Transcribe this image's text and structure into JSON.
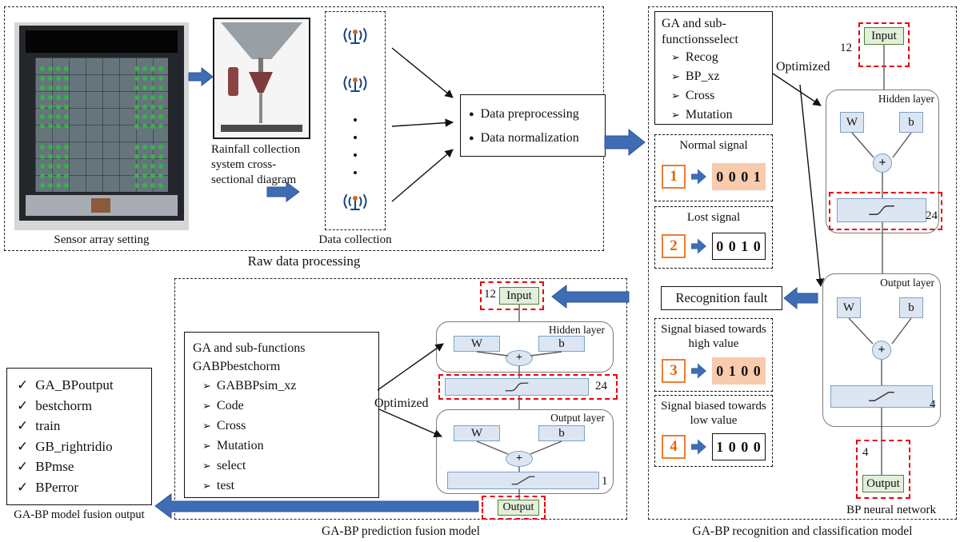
{
  "glyphs": {
    "arrow_bullet": "➢",
    "check": "✓",
    "dot": "●",
    "plus": "+"
  },
  "raw_section": {
    "section_caption": "Raw data processing",
    "sensor_caption": "Sensor array setting",
    "rainfall_caption": "Rainfall collection system cross-sectional diagram",
    "collection_caption": "Data collection",
    "process_items": [
      "Data preprocessing",
      "Data normalization"
    ]
  },
  "recognition_section": {
    "section_caption": "GA-BP recognition and classification model",
    "ga_title": "GA and sub-functionsselect",
    "ga_items": [
      "Recog",
      "BP_xz",
      "Cross",
      "Mutation"
    ],
    "optimized_label": "Optimized",
    "fault_label": "Recognition fault",
    "bp_caption": "BP neural network",
    "signals": [
      {
        "title": "Normal signal",
        "num": "1",
        "code": "0 0 0 1"
      },
      {
        "title": "Lost signal",
        "num": "2",
        "code": "0 0 1 0"
      },
      {
        "title": "Signal biased towards high value",
        "num": "3",
        "code": "0 1 0 0"
      },
      {
        "title": "Signal biased towards low value",
        "num": "4",
        "code": "1 0 0 0"
      }
    ],
    "network": {
      "input_label": "Input",
      "input_count": "12",
      "hidden_title": "Hidden layer",
      "w_label": "W",
      "b_label": "b",
      "hidden_count": "24",
      "output_title": "Output layer",
      "output_count": "4",
      "out_label": "Output",
      "out_count": "4"
    }
  },
  "prediction_section": {
    "section_caption": "GA-BP prediction fusion model",
    "ga_title_line1": "GA and sub-functions",
    "ga_title_line2": "GABPbestchorm",
    "ga_items": [
      "GABBPsim_xz",
      "Code",
      "Cross",
      "Mutation",
      "select",
      "test"
    ],
    "optimized_label": "Optimized",
    "network": {
      "input_label": "Input",
      "input_count": "12",
      "hidden_title": "Hidden layer",
      "w_label": "W",
      "b_label": "b",
      "hidden_count": "24",
      "output_title": "Output layer",
      "output_count": "1",
      "out_label": "Output"
    }
  },
  "output_section": {
    "section_caption": "GA-BP model fusion output",
    "items": [
      "GA_BPoutput",
      "bestchorm",
      "train",
      "GB_rightridio",
      "BPmse",
      "BPerror"
    ]
  }
}
